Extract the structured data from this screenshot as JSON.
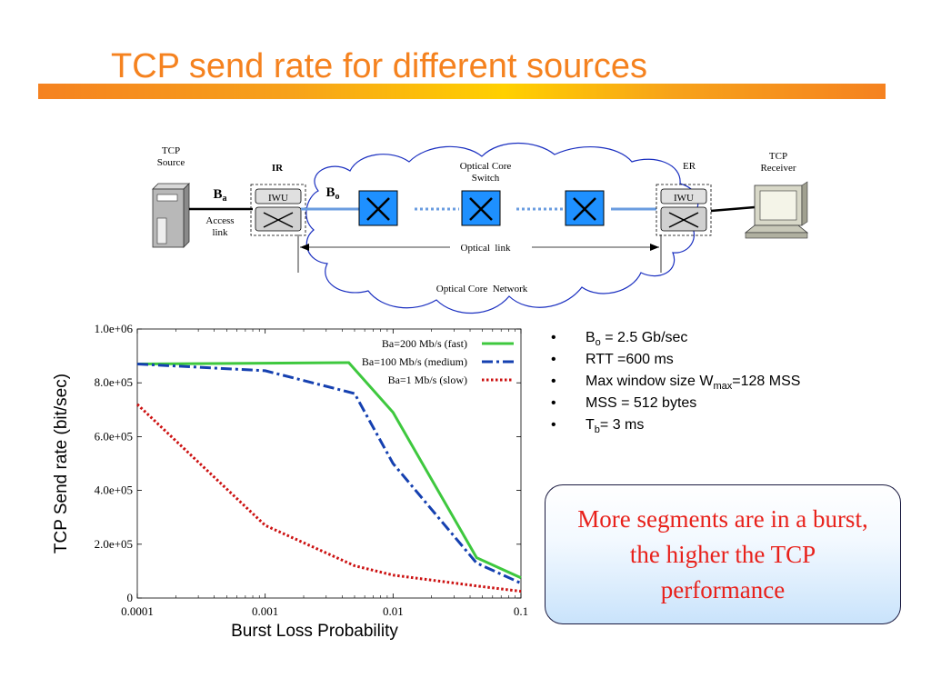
{
  "slide": {
    "title": "TCP send rate for different sources",
    "diagram": {
      "tcp_source": "TCP\nSource",
      "ir": "IR",
      "er": "ER",
      "ba_main": "B",
      "ba_sub": "a",
      "bo_main": "B",
      "bo_sub": "o",
      "iwu": "IWU",
      "access_link": "Access\nlink",
      "optical_core_switch": "Optical Core\nSwitch",
      "optical_link": "Optical  link",
      "optical_core_network": "Optical Core  Network",
      "tcp_receiver": "TCP\nReceiver"
    },
    "bullets": [
      {
        "pre": "B",
        "sub": "o",
        "post": " = 2.5 Gb/sec"
      },
      {
        "pre": "RTT =600 ms",
        "sub": "",
        "post": ""
      },
      {
        "pre": "Max window size W",
        "sub": "max",
        "post": "=128 MSS"
      },
      {
        "pre": "MSS = 512 bytes",
        "sub": "",
        "post": ""
      },
      {
        "pre": "T",
        "sub": "b",
        "post": "= 3 ms"
      }
    ],
    "bullet_symbol": "•",
    "callout": "More segments are in a burst, the higher the TCP performance"
  },
  "chart_data": {
    "type": "line",
    "xscale": "log",
    "xlabel": "Burst Loss Probability",
    "ylabel": "TCP Send rate (bit/sec)",
    "xlim": [
      0.0001,
      0.1
    ],
    "ylim": [
      0,
      1000000
    ],
    "xticks": [
      0.0001,
      0.001,
      0.01,
      0.1
    ],
    "xtick_labels": [
      "0.0001",
      "0.001",
      "0.01",
      "0.1"
    ],
    "yticks": [
      0,
      200000,
      400000,
      600000,
      800000,
      1000000
    ],
    "ytick_labels": [
      "0",
      "2.0e+05",
      "4.0e+05",
      "6.0e+05",
      "8.0e+05",
      "1.0e+06"
    ],
    "legend_position": "top-right",
    "series": [
      {
        "name": "Ba=200 Mb/s (fast)",
        "color": "#3ec83e",
        "dash": "solid",
        "x": [
          0.0001,
          0.0045,
          0.01,
          0.045,
          0.1
        ],
        "y": [
          870000,
          875000,
          690000,
          150000,
          75000
        ]
      },
      {
        "name": "Ba=100 Mb/s (medium)",
        "color": "#1540b0",
        "dash": "dashdot",
        "x": [
          0.0001,
          0.001,
          0.005,
          0.01,
          0.045,
          0.1
        ],
        "y": [
          870000,
          845000,
          760000,
          500000,
          130000,
          55000
        ]
      },
      {
        "name": "Ba=1 Mb/s (slow)",
        "color": "#cc1111",
        "dash": "dotted",
        "x": [
          0.0001,
          0.001,
          0.005,
          0.01,
          0.045,
          0.1
        ],
        "y": [
          720000,
          270000,
          120000,
          85000,
          45000,
          25000
        ]
      }
    ]
  }
}
